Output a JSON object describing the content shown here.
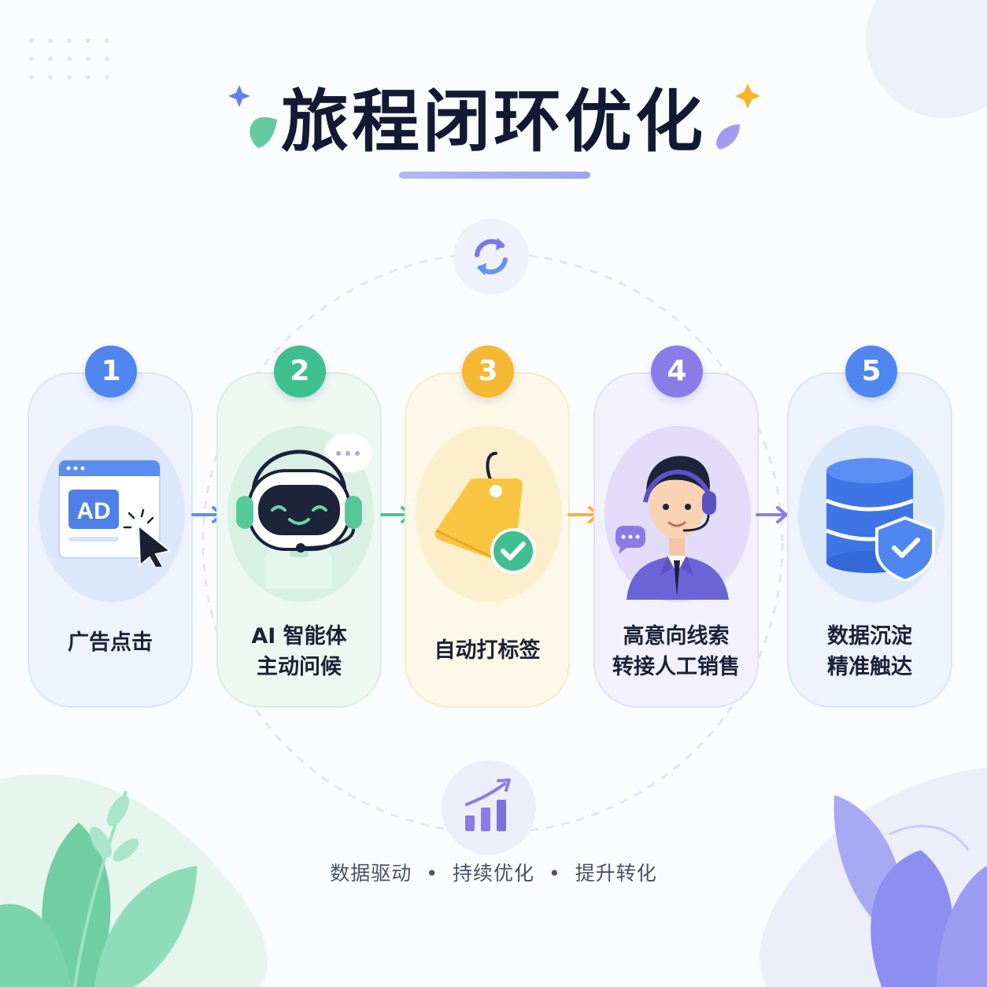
{
  "title": "旅程闭环优化",
  "steps": [
    {
      "number": "1",
      "label_lines": [
        "广告点击"
      ],
      "icon": "ad-click-icon",
      "color": "#4f86f0",
      "ad_text": "AD"
    },
    {
      "number": "2",
      "label_lines": [
        "AI 智能体",
        "主动问候"
      ],
      "icon": "robot-assistant-icon",
      "color": "#3fbf8f"
    },
    {
      "number": "3",
      "label_lines": [
        "自动打标签"
      ],
      "icon": "tag-check-icon",
      "color": "#f6b832"
    },
    {
      "number": "4",
      "label_lines": [
        "高意向线索",
        "转接人工销售"
      ],
      "icon": "sales-agent-headset-icon",
      "color": "#8b7be8"
    },
    {
      "number": "5",
      "label_lines": [
        "数据沉淀",
        "精准触达"
      ],
      "icon": "database-shield-icon",
      "color": "#4f86f0"
    }
  ],
  "cycle_icon": "refresh-cycle-icon",
  "growth_icon": "growth-chart-icon",
  "footer": [
    "数据驱动",
    "持续优化",
    "提升转化"
  ],
  "colors": {
    "title": "#121a33",
    "underline": "#a8adf1",
    "blue": "#4f86f0",
    "green": "#3fbf8f",
    "amber": "#f6b832",
    "purple": "#8b7be8"
  }
}
